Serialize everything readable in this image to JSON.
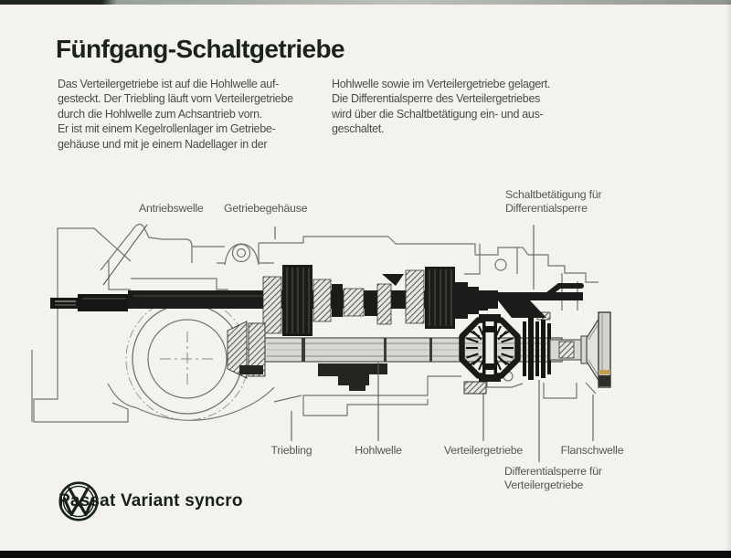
{
  "header": {
    "title": "Fünfgang-Schaltgetriebe"
  },
  "intro": {
    "left_lines": [
      "Das Verteilergetriebe ist auf die Hohlwelle auf-",
      "gesteckt. Der Triebling läuft vom Verteilergetriebe",
      "durch die Hohlwelle zum Achsantrieb vorn.",
      "Er ist mit einem Kegelrollenlager im Getriebe-",
      "gehäuse und mit je einem Nadellager in der"
    ],
    "right_lines": [
      "Hohlwelle sowie im Verteilergetriebe gelagert.",
      "Die Differentialsperre des Verteilergetriebes",
      "wird über die Schaltbetätigung ein- und aus-",
      "geschaltet."
    ]
  },
  "diagram_labels": {
    "antriebswelle": "Antriebswelle",
    "getriebegehaeuse": "Getriebegehäuse",
    "schaltbetaetigung_l1": "Schaltbetätigung für",
    "schaltbetaetigung_l2": "Differentialsperre",
    "triebling": "Triebling",
    "hohlwelle": "Hohlwelle",
    "verteilergetriebe": "Verteilergetriebe",
    "flanschwelle": "Flanschwelle",
    "differentialsperre_l1": "Differentialsperre für",
    "differentialsperre_l2": "Verteilergetriebe"
  },
  "footer": {
    "brand": "Passat Variant syncro",
    "logo": "vw-roundel"
  },
  "colors": {
    "ink": "#1a221b",
    "body_text": "#4b4b47",
    "label_text": "#56564f",
    "outline_gray": "#73736d",
    "dark_metal": "#1b1b19",
    "light_metal": "#d8d7d1",
    "seal_yellow": "#bfa04f",
    "paper": "#f3f2ee"
  }
}
